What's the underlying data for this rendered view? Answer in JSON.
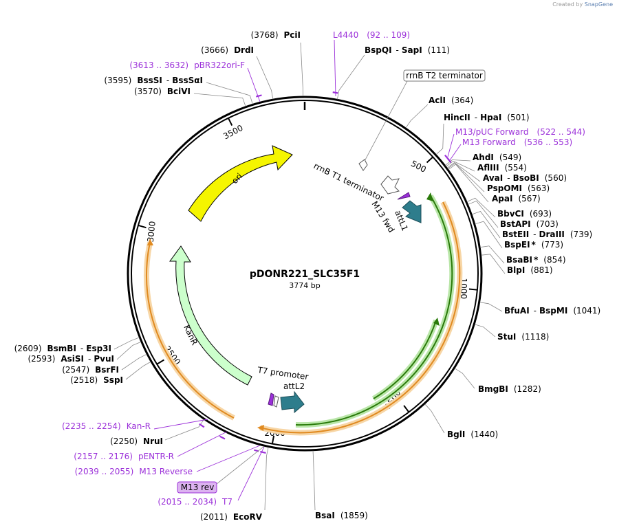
{
  "credit": {
    "prefix": "Created by",
    "brand": "SnapGene"
  },
  "plasmid": {
    "name": "pDONR221_SLC35F1",
    "size": "3774 bp",
    "length": 3774
  },
  "ticks": [
    {
      "pos": 500,
      "label": "500"
    },
    {
      "pos": 1000,
      "label": "1000"
    },
    {
      "pos": 1500,
      "label": "1500"
    },
    {
      "pos": 2000,
      "label": "2000"
    },
    {
      "pos": 2500,
      "label": "2500"
    },
    {
      "pos": 3000,
      "label": "3000"
    },
    {
      "pos": 3500,
      "label": "3500"
    }
  ],
  "sites": [
    {
      "name": "PciI",
      "pos": 3768,
      "num": "(3768)"
    },
    {
      "name": "DrdI",
      "pos": 3666,
      "num": "(3666)"
    },
    {
      "name": "BssSI",
      "name2": "BssSαI",
      "pos": 3595,
      "num": "(3595)"
    },
    {
      "name": "BciVI",
      "pos": 3570,
      "num": "(3570)"
    },
    {
      "name": "BspQI",
      "name2": "SapI",
      "pos": 111,
      "num": "(111)"
    },
    {
      "name": "AclI",
      "pos": 364,
      "num": "(364)"
    },
    {
      "name": "HincII",
      "name2": "HpaI",
      "pos": 501,
      "num": "(501)"
    },
    {
      "name": "AhdI",
      "pos": 549,
      "num": "(549)"
    },
    {
      "name": "AflIII",
      "pos": 554,
      "num": "(554)"
    },
    {
      "name": "AvaI",
      "name2": "BsoBI",
      "pos": 560,
      "num": "(560)"
    },
    {
      "name": "PspOMI",
      "pos": 563,
      "num": "(563)"
    },
    {
      "name": "ApaI",
      "pos": 567,
      "num": "(567)"
    },
    {
      "name": "BbvCI",
      "pos": 693,
      "num": "(693)"
    },
    {
      "name": "BstAPI",
      "pos": 703,
      "num": "(703)"
    },
    {
      "name": "BstEII",
      "name2": "DraIII",
      "pos": 739,
      "num": "(739)"
    },
    {
      "name": "BspEI",
      "star": "*",
      "pos": 773,
      "num": "(773)"
    },
    {
      "name": "BsaBI",
      "star": "*",
      "pos": 854,
      "num": "(854)"
    },
    {
      "name": "BlpI",
      "pos": 881,
      "num": "(881)"
    },
    {
      "name": "BfuAI",
      "name2": "BspMI",
      "pos": 1041,
      "num": "(1041)"
    },
    {
      "name": "StuI",
      "pos": 1118,
      "num": "(1118)"
    },
    {
      "name": "BmgBI",
      "pos": 1282,
      "num": "(1282)"
    },
    {
      "name": "BglI",
      "pos": 1440,
      "num": "(1440)"
    },
    {
      "name": "BsaI",
      "pos": 1859,
      "num": "(1859)"
    },
    {
      "name": "EcoRV",
      "pos": 2011,
      "num": "(2011)"
    },
    {
      "name": "NruI",
      "pos": 2250,
      "num": "(2250)"
    },
    {
      "name": "SspI",
      "pos": 2518,
      "num": "(2518)"
    },
    {
      "name": "BsrFI",
      "pos": 2547,
      "num": "(2547)"
    },
    {
      "name": "AsiSI",
      "name2": "PvuI",
      "pos": 2593,
      "num": "(2593)"
    },
    {
      "name": "BsmBI",
      "name2": "Esp3I",
      "pos": 2609,
      "num": "(2609)"
    }
  ],
  "primers": [
    {
      "name": "L4440",
      "range": "(92 .. 109)",
      "start": 92,
      "end": 109
    },
    {
      "name": "pBR322ori-F",
      "range": "(3613 .. 3632)",
      "start": 3613,
      "end": 3632
    },
    {
      "name": "M13/pUC Forward",
      "range": "(522 .. 544)",
      "start": 522,
      "end": 544
    },
    {
      "name": "M13 Forward",
      "range": "(536 .. 553)",
      "start": 536,
      "end": 553
    },
    {
      "name": "Kan-R",
      "range": "(2235 .. 2254)",
      "start": 2235,
      "end": 2254
    },
    {
      "name": "pENTR-R",
      "range": "(2157 .. 2176)",
      "start": 2157,
      "end": 2176
    },
    {
      "name": "M13 Reverse",
      "range": "(2039 .. 2055)",
      "start": 2039,
      "end": 2055
    },
    {
      "name": "T7",
      "range": "(2015 .. 2034)",
      "start": 2015,
      "end": 2034
    }
  ],
  "boxed_labels": [
    {
      "name": "rrnB T2 terminator"
    },
    {
      "name": "M13 rev"
    }
  ],
  "features": {
    "ori": "ori",
    "kanr": "KanR",
    "rrnb_t1": "rrnB T1 terminator",
    "m13_fwd": "M13 fwd",
    "attl1": "attL1",
    "t7_promoter": "T7 promoter",
    "attl2": "attL2"
  },
  "colors": {
    "ori": "#f5f500",
    "kanr": "#ccffcc",
    "attl": "#2e7d8c",
    "primer": "#9b30d9",
    "insert_green": "#2a7a0a",
    "insert_orange": "#e08a20"
  }
}
